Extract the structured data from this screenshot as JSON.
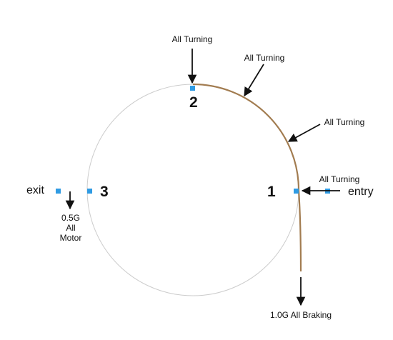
{
  "colors": {
    "background": "#ffffff",
    "circle": "#cccccc",
    "path": "#a27c50",
    "marker": "#2f9be3",
    "arrow": "#111111",
    "text": "#111111"
  },
  "points": {
    "p1": "1",
    "p2": "2",
    "p3": "3"
  },
  "labels": {
    "entry": "entry",
    "exit": "exit",
    "top_turning": "All Turning",
    "upper_turning": "All Turning",
    "mid_turning": "All Turning",
    "entry_turning": "All Turning",
    "braking": "1.0G All Braking",
    "motor_line1": "0.5G",
    "motor_line2": "All",
    "motor_line3": "Motor"
  }
}
